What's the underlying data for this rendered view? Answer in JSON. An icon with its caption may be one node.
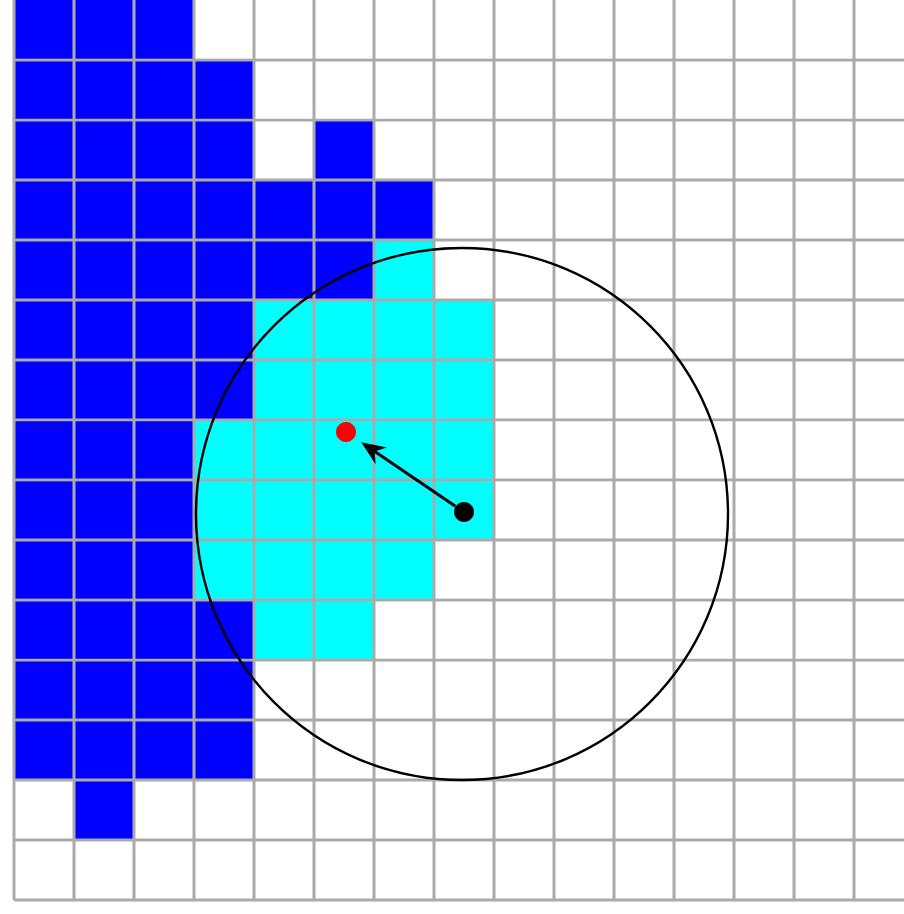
{
  "diagram": {
    "nodes": [
      {
        "text": [],
        "shape": "circle"
      },
      {
        "text": [],
        "shape": "circle"
      }
    ],
    "edges": [
      {
        "from": 0,
        "to": 1,
        "arrow": "to"
      }
    ]
  }
}
